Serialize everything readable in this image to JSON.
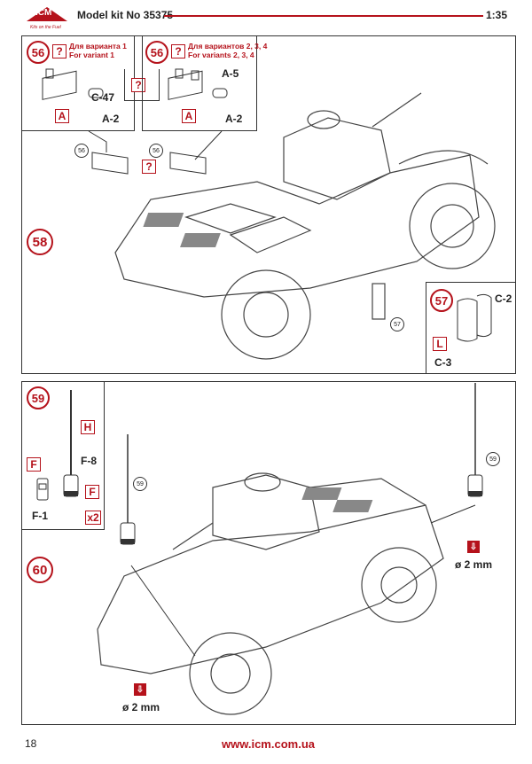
{
  "header": {
    "brand": "ICM",
    "tagline": "Kits on the Fuel",
    "model_kit": "Model kit No 35375",
    "scale": "1:35"
  },
  "footer": {
    "page_number": "18",
    "url": "www.icm.com.ua"
  },
  "steps": {
    "s56a": {
      "num": "56",
      "ru": "Для варианта 1",
      "en": "For variant 1",
      "part_c": "C-47",
      "part_a": "A-2",
      "callout": "A"
    },
    "s56b": {
      "num": "56",
      "ru": "Для вариантов 2, 3, 4",
      "en": "For variants  2, 3, 4",
      "part_a5": "A-5",
      "part_a": "A-2",
      "callout": "A"
    },
    "s58": {
      "num": "58"
    },
    "s57": {
      "num": "57",
      "part_c2": "C-2",
      "part_c3": "C-3",
      "callout": "L"
    },
    "s59": {
      "num": "59",
      "part_f8": "F-8",
      "part_f1": "F-1",
      "callout_h": "H",
      "callout_f": "F",
      "multiplier": "x2"
    },
    "s60": {
      "num": "60",
      "drill": "ø 2 mm"
    }
  },
  "refs": {
    "r56": "56",
    "r57": "57",
    "r59": "59"
  },
  "question": "?"
}
